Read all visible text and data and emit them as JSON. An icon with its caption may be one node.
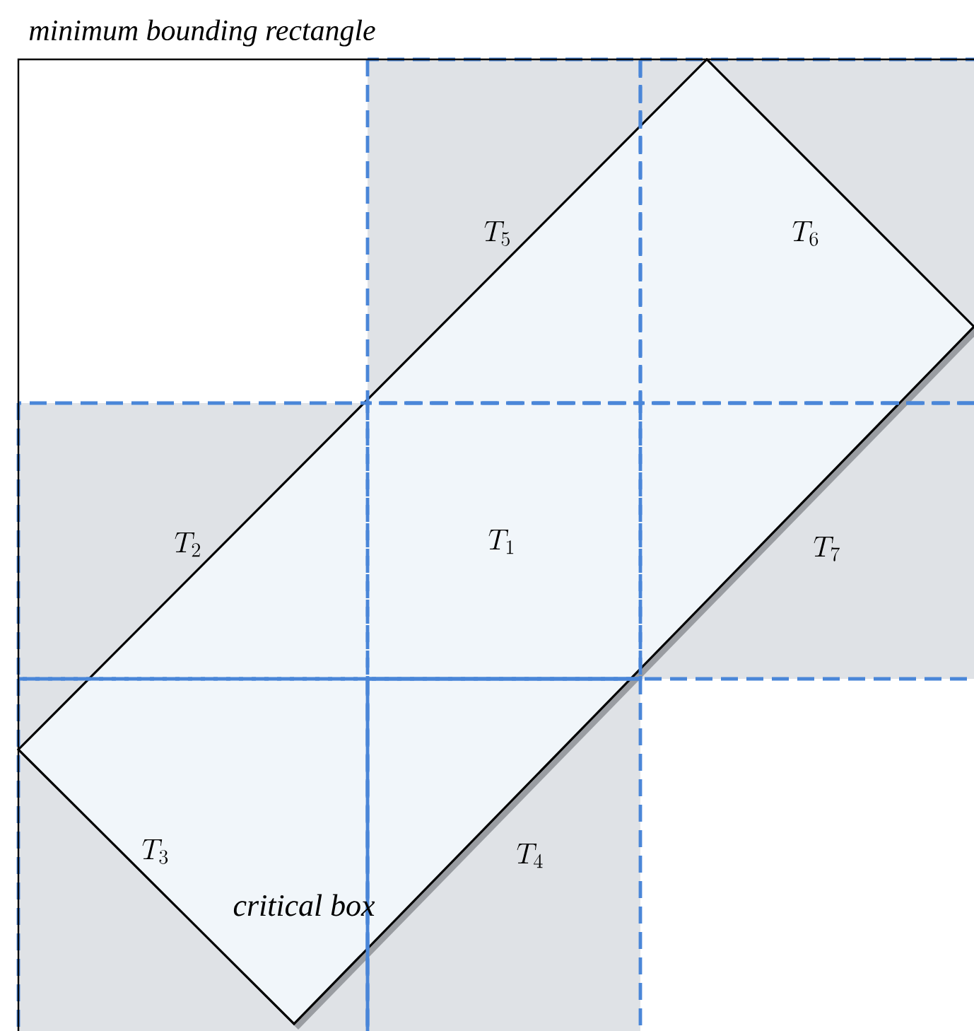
{
  "diagram": {
    "nodes": [
      {
        "text": [
          "minimum bounding rectangle"
        ]
      },
      {
        "text": [
          "critical box"
        ],
        "in": 0
      },
      {
        "text": [
          "T_{5}"
        ],
        "in": 0
      },
      {
        "text": [
          "T_{6}"
        ],
        "in": 0
      },
      {
        "text": [
          "T_{2}"
        ],
        "in": 0
      },
      {
        "text": [
          "T_{1}"
        ],
        "in": 0
      },
      {
        "text": [
          "T_{7}"
        ],
        "in": 0
      },
      {
        "text": [
          "T_{3}"
        ],
        "in": 0
      },
      {
        "text": [
          "T_{4}"
        ],
        "in": 0
      }
    ]
  }
}
